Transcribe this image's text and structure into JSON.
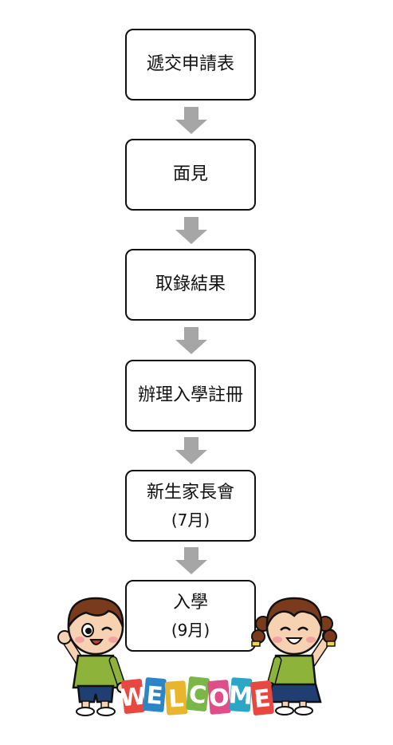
{
  "flow": {
    "steps": [
      {
        "title": "遞交申請表",
        "sub": ""
      },
      {
        "title": "面見",
        "sub": ""
      },
      {
        "title": "取錄結果",
        "sub": ""
      },
      {
        "title": "辦理入學註冊",
        "sub": ""
      },
      {
        "title": "新生家長會",
        "sub": "(7月)"
      },
      {
        "title": "入學",
        "sub": "(9月)"
      }
    ]
  },
  "colors": {
    "arrow": "#a6a6a6",
    "box_border": "#111111",
    "shirt": "#8db33a"
  },
  "welcome": {
    "letters": [
      "W",
      "E",
      "L",
      "C",
      "O",
      "M",
      "E"
    ],
    "colors": [
      "#e8483f",
      "#2a86c9",
      "#e9b52c",
      "#7ab648",
      "#e04e8a",
      "#2aa6c7",
      "#e8483f"
    ]
  }
}
